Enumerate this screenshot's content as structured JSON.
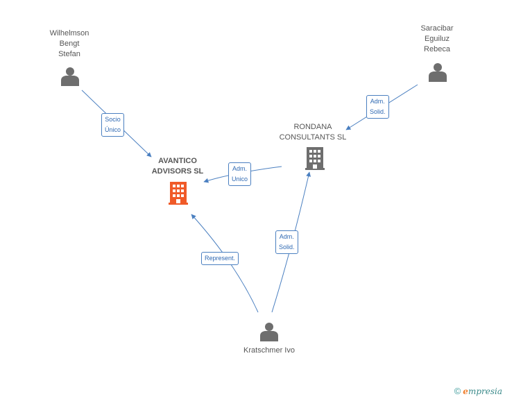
{
  "colors": {
    "edge": "#4a7fc0",
    "person": "#6e6e6e",
    "company": "#6e6e6e",
    "company_main": "#f05a28",
    "text": "#555555"
  },
  "nodes": {
    "wilhelmson": {
      "lines": [
        "Wilhelmson",
        "Bengt",
        "Stefan"
      ],
      "icon": "person-icon"
    },
    "saracibar": {
      "lines": [
        "Saracibar",
        "Eguiluz",
        "Rebeca"
      ],
      "icon": "person-icon"
    },
    "rondana": {
      "lines": [
        "RONDANA",
        "CONSULTANTS SL"
      ],
      "icon": "building-icon"
    },
    "avantico": {
      "lines": [
        "AVANTICO",
        "ADVISORS SL"
      ],
      "icon": "building-icon"
    },
    "kratschmer": {
      "lines": [
        "Kratschmer Ivo"
      ],
      "icon": "person-icon"
    }
  },
  "edges": {
    "socio_unico": [
      "Socio",
      "Único"
    ],
    "adm_unico": [
      "Adm.",
      "Unico"
    ],
    "adm_solid_top": [
      "Adm.",
      "Solid."
    ],
    "adm_solid_bottom": [
      "Adm.",
      "Solid."
    ],
    "represent": [
      "Represent."
    ]
  },
  "footer": {
    "copyright": "©",
    "brand_e": "e",
    "brand_rest": "mpresia"
  }
}
